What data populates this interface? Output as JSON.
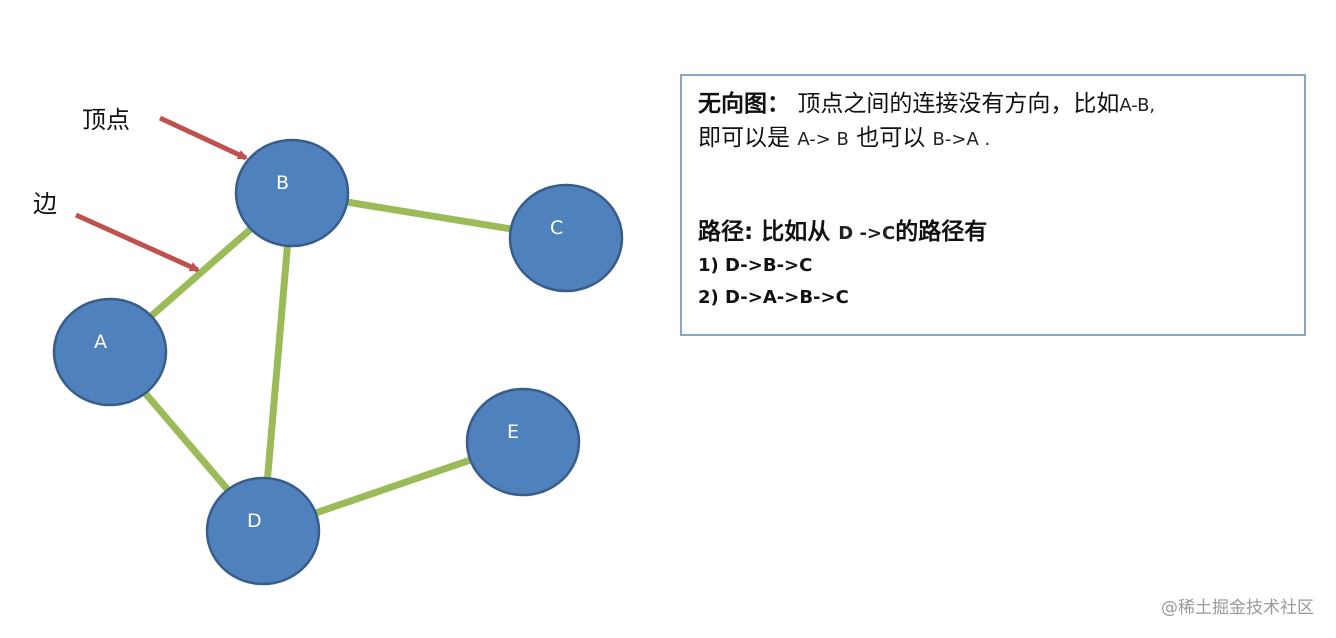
{
  "graph": {
    "nodes": [
      {
        "id": "A",
        "label": "A"
      },
      {
        "id": "B",
        "label": "B"
      },
      {
        "id": "C",
        "label": "C"
      },
      {
        "id": "D",
        "label": "D"
      },
      {
        "id": "E",
        "label": "E"
      }
    ],
    "edges": [
      {
        "from": "A",
        "to": "B"
      },
      {
        "from": "B",
        "to": "C"
      },
      {
        "from": "B",
        "to": "D"
      },
      {
        "from": "A",
        "to": "D"
      },
      {
        "from": "D",
        "to": "E"
      }
    ],
    "annotations": {
      "vertex_label": "顶点",
      "edge_label": "边"
    },
    "colors": {
      "node_fill": "#4f81bd",
      "node_stroke": "#385d8a",
      "edge": "#9bbb59",
      "arrow": "#c0504d"
    }
  },
  "info": {
    "undirected_title": "无向图：",
    "undirected_desc": "顶点之间的连接没有方向，比如",
    "undirected_example": "A-B,",
    "line2_prefix": "即可以是",
    "line2_path1": "A-> B",
    "line2_mid": "也可以",
    "line2_path2": "B->A .",
    "path_title": "路径:",
    "path_prefix": "比如从",
    "path_route": "D ->C",
    "path_suffix": "的路径有",
    "paths": [
      "1) D->B->C",
      "2) D->A->B->C"
    ]
  },
  "watermark": "@稀土掘金技术社区"
}
